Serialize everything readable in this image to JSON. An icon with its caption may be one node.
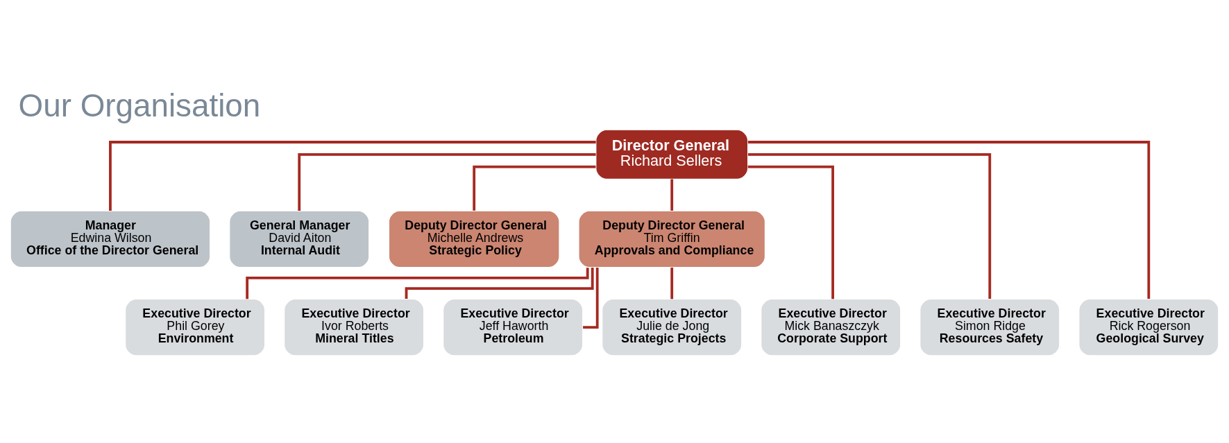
{
  "diagram": {
    "title": "Our Organisation",
    "nodes": [
      {
        "text": [
          "Director General",
          "Richard Sellers"
        ]
      },
      {
        "text": [
          "Manager",
          "Edwina Wilson",
          "Office of the Director General"
        ]
      },
      {
        "text": [
          "General Manager",
          "David Aiton",
          "Internal Audit"
        ]
      },
      {
        "text": [
          "Deputy Director General",
          "Michelle Andrews",
          "Strategic Policy"
        ]
      },
      {
        "text": [
          "Deputy Director General",
          "Tim Griffin",
          "Approvals and Compliance"
        ]
      },
      {
        "text": [
          "Executive Director",
          "Mick Banaszczyk",
          "Corporate Support"
        ]
      },
      {
        "text": [
          "Executive Director",
          "Simon Ridge",
          "Resources Safety"
        ]
      },
      {
        "text": [
          "Executive Director",
          "Rick Rogerson",
          "Geological Survey"
        ]
      },
      {
        "text": [
          "Executive Director",
          "Phil Gorey",
          "Environment"
        ]
      },
      {
        "text": [
          "Executive Director",
          "Ivor Roberts",
          "Mineral Titles"
        ]
      },
      {
        "text": [
          "Executive Director",
          "Jeff Haworth",
          "Petroleum"
        ]
      },
      {
        "text": [
          "Executive Director",
          "Julie de Jong",
          "Strategic Projects"
        ]
      }
    ],
    "edges": [
      {
        "from": 0,
        "to": 1,
        "arrow": "none"
      },
      {
        "from": 0,
        "to": 2,
        "arrow": "none"
      },
      {
        "from": 0,
        "to": 3,
        "arrow": "none"
      },
      {
        "from": 0,
        "to": 4,
        "arrow": "none"
      },
      {
        "from": 0,
        "to": 5,
        "arrow": "none"
      },
      {
        "from": 0,
        "to": 6,
        "arrow": "none"
      },
      {
        "from": 0,
        "to": 7,
        "arrow": "none"
      },
      {
        "from": 4,
        "to": 8,
        "arrow": "none"
      },
      {
        "from": 4,
        "to": 9,
        "arrow": "none"
      },
      {
        "from": 4,
        "to": 10,
        "arrow": "none"
      },
      {
        "from": 4,
        "to": 11,
        "arrow": "none"
      }
    ]
  }
}
